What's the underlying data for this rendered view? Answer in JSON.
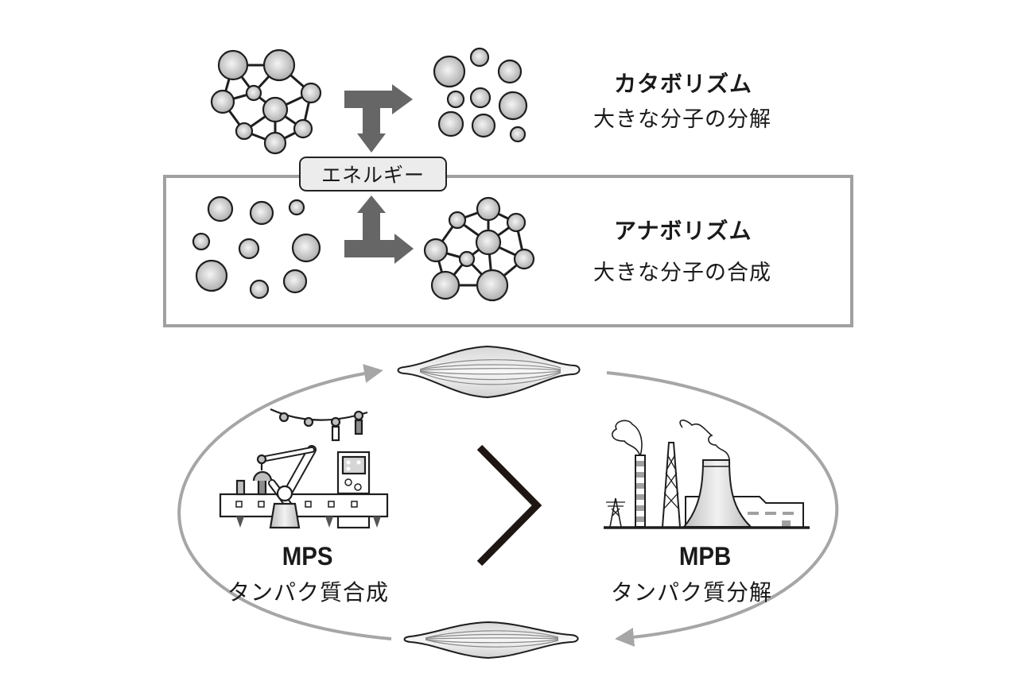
{
  "catabolism": {
    "title": "カタボリズム",
    "subtitle": "大きな分子の分解"
  },
  "anabolism": {
    "title": "アナボリズム",
    "subtitle": "大きな分子の合成"
  },
  "energy": {
    "label": "エネルギー"
  },
  "mps": {
    "abbr": "MPS",
    "label": "タンパク質合成"
  },
  "mpb": {
    "abbr": "MPB",
    "label": "タンパク質分解"
  },
  "comparison": {
    "symbol": "greater-than",
    "meaning": "MPS > MPB"
  },
  "colors": {
    "arrow": "#666666",
    "cycle": "#a6a6a6",
    "box_border": "#a0a0a0",
    "molecule_fill": "#c8c8c8",
    "energy_bg": "#ececec"
  }
}
